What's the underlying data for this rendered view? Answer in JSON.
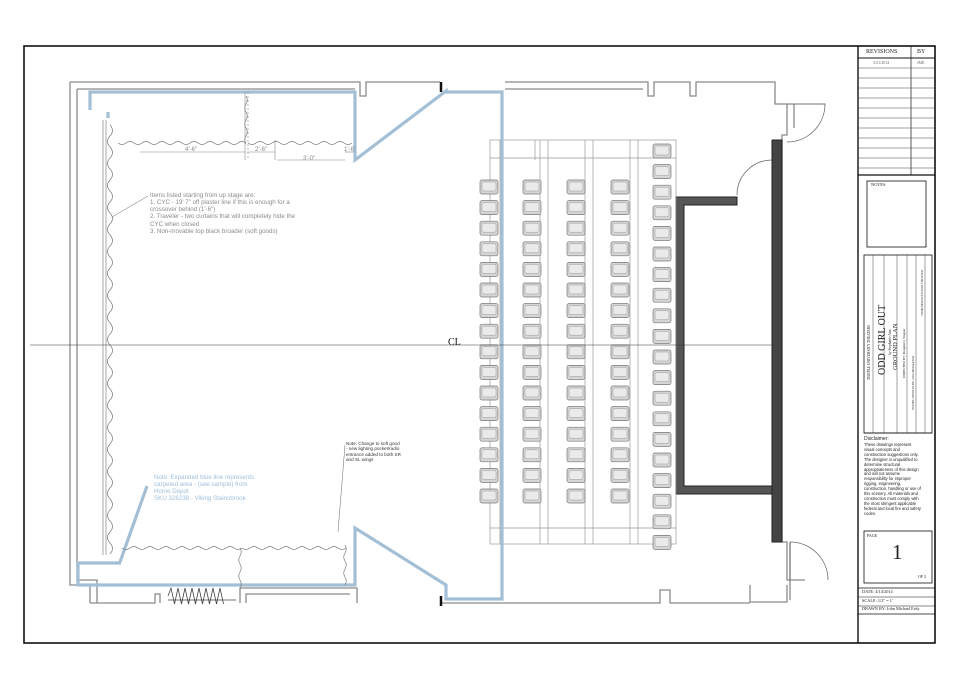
{
  "plan": {
    "centerline": "CL",
    "dimensions": [
      "4'-6\"",
      "2'-6\"",
      "3'-0\"",
      "1'-6\""
    ],
    "stage_note": "Items listed starting from up stage are:\n1. CYC - 19' 7\" off plaster line if this is enough for a\ncrossover behind (1'-6\")\n2. Traveler - two curtains that will completely hide the\nCYC when closed\n3. Non-movable top black broader (soft goods)",
    "carpet_note": "Note: Expanded blue line represents\ncarpeted area - (see sample) from\nHome Depot\nSKU 326238 - Viking Stainsbrook",
    "wing_note": "Note: Change to soft good\n- new lighting pocket/radio\nentrance added to both SR\nand SL wings"
  },
  "title_block": {
    "revisions_label": "REVISIONS",
    "by_label": "BY",
    "revision_date": "3/21/2014",
    "revision_by": "JME",
    "notes_label": "NOTES",
    "theatre": "TEMPLE UNIVERSITY THEATERS",
    "show_title": "ODD GIRL OUT",
    "playwright": "by Stephanie Ann",
    "sheet_name": "GROUND PLAN",
    "director": "DIRECTED BY: Dougherty Wagner",
    "designer": "SCENIC DESIGN BY: John Michael Erdy",
    "venue": "TOMLINSON STUDIO THEATER",
    "disclaimer_title": "Disclaimer:",
    "disclaimer": "These drawings represent\nvisual concepts and\nconstruction suggestions only.\nThe designer is unqualified to\ndetermine structural\nappropriateness of this design\nand will not assume\nresponsibility for improper\nrigging, engineering,\nconstruction, handling or use of\nthis scenery. All materials and\nconstruction must comply with\nthe most stringent applicable\nfederal and local fire and safety\ncodes.",
    "page_label": "PAGE",
    "page_number": "1",
    "page_of": "OF 2",
    "date": "DATE: 4/14/2014",
    "scale": "SCALE: 1/2\" = 1'",
    "drawn_by": "DRAWN BY: John Michael Erdy"
  }
}
